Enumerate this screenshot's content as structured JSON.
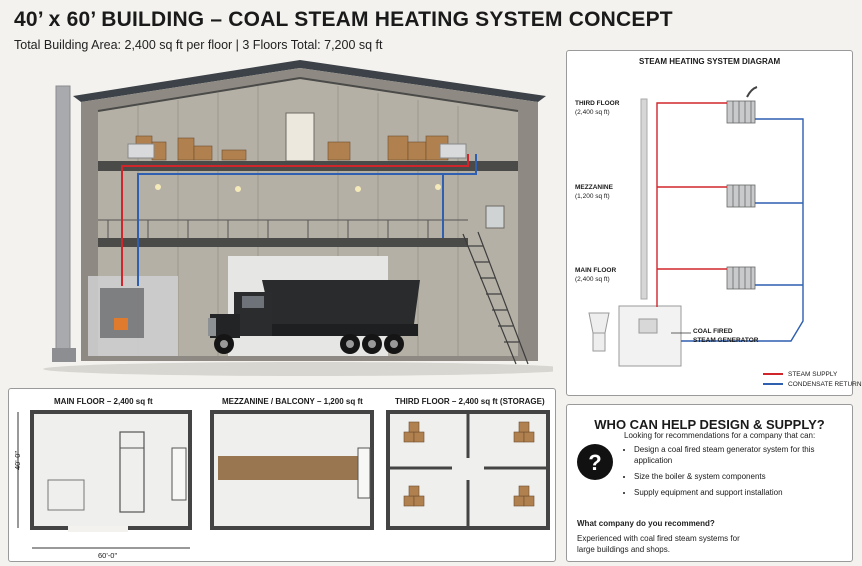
{
  "header": {
    "title": "40’ x 60’ BUILDING – COAL STEAM HEATING SYSTEM CONCEPT",
    "subtitle": "Total Building Area: 2,400 sq ft per floor  |  3 Floors Total: 7,200 sq ft"
  },
  "diagram": {
    "title": "STEAM HEATING SYSTEM DIAGRAM",
    "floors": [
      {
        "name": "THIRD FLOOR",
        "area": "(2,400 sq ft)"
      },
      {
        "name": "MEZZANINE",
        "area": "(1,200 sq ft)"
      },
      {
        "name": "MAIN FLOOR",
        "area": "(2,400 sq ft)"
      }
    ],
    "generator_label_1": "COAL FIRED",
    "generator_label_2": "STEAM GENERATOR",
    "legend": [
      {
        "label": "STEAM SUPPLY",
        "color": "#d0262b"
      },
      {
        "label": "CONDENSATE RETURN",
        "color": "#2e5fb0"
      }
    ]
  },
  "plans": {
    "main": {
      "caption": "MAIN FLOOR – 2,400 sq ft",
      "dim_h": "40'-0\"",
      "dim_w": "60'-0\""
    },
    "mezzanine": {
      "caption": "MEZZANINE / BALCONY – 1,200 sq ft"
    },
    "third": {
      "caption": "THIRD FLOOR – 2,400 sq ft (STORAGE)"
    }
  },
  "help": {
    "title": "WHO CAN HELP DESIGN & SUPPLY?",
    "intro": "Looking for recommendations for a company that can:",
    "bullets": [
      "Design a coal fired steam generator system for this application",
      "Size the boiler & system components",
      "Supply equipment and support installation"
    ],
    "question": "What company do you recommend?",
    "closing": "Experienced with coal fired steam systems for large buildings and shops.",
    "icon": "question-icon"
  },
  "colors": {
    "steam": "#d0262b",
    "condensate": "#2e5fb0"
  }
}
